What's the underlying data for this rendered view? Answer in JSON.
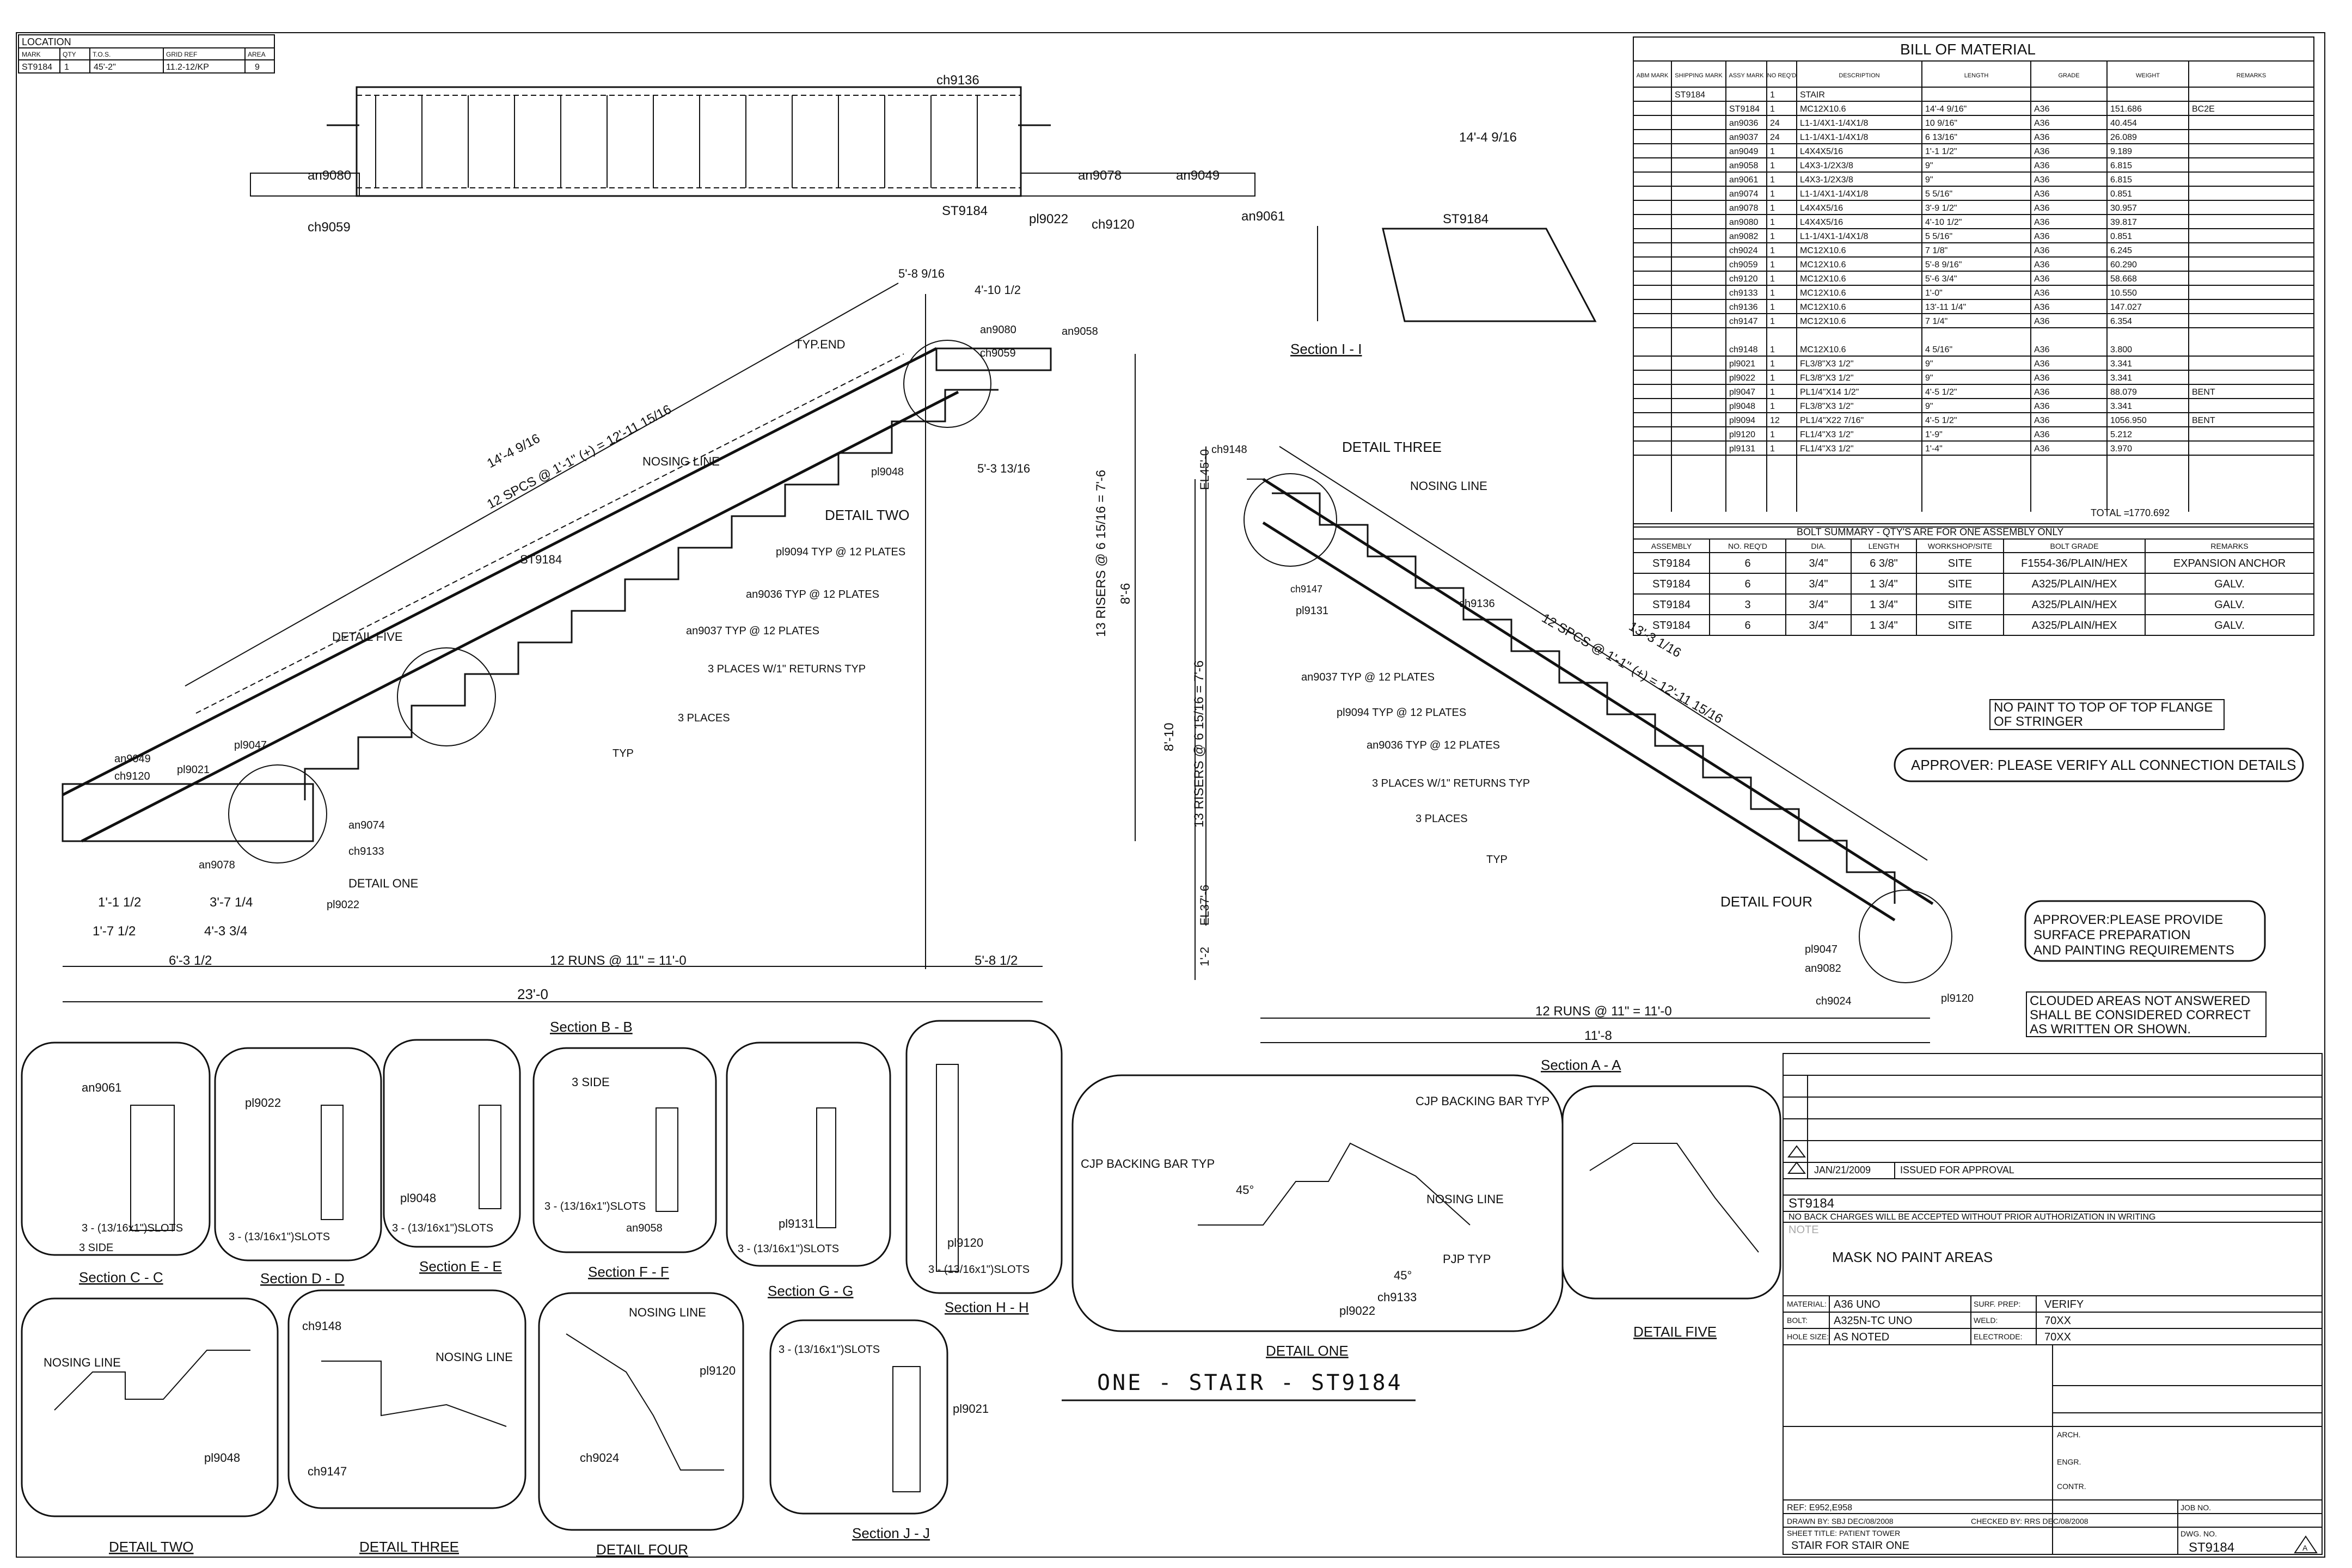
{
  "location_table": {
    "title": "LOCATION",
    "headers": [
      "MARK",
      "QTY",
      "T.O.S.",
      "GRID REF",
      "AREA"
    ],
    "row": [
      "ST9184",
      "1",
      "45'-2\"",
      "11.2-12/KP",
      "9"
    ]
  },
  "bom": {
    "title": "BILL OF MATERIAL",
    "headers": [
      "ABM MARK",
      "SHIPPING MARK",
      "ASSY MARK",
      "NO REQ'D",
      "DESCRIPTION",
      "LENGTH",
      "GRADE",
      "WEIGHT",
      "REMARKS"
    ],
    "rows": [
      [
        "",
        "ST9184",
        "",
        "1",
        "STAIR",
        "",
        "",
        "",
        ""
      ],
      [
        "",
        "",
        "ST9184",
        "1",
        "MC12X10.6",
        "14'-4 9/16\"",
        "A36",
        "151.686",
        "BC2E"
      ],
      [
        "",
        "",
        "an9036",
        "24",
        "L1-1/4X1-1/4X1/8",
        "10 9/16\"",
        "A36",
        "40.454",
        ""
      ],
      [
        "",
        "",
        "an9037",
        "24",
        "L1-1/4X1-1/4X1/8",
        "6 13/16\"",
        "A36",
        "26.089",
        ""
      ],
      [
        "",
        "",
        "an9049",
        "1",
        "L4X4X5/16",
        "1'-1 1/2\"",
        "A36",
        "9.189",
        ""
      ],
      [
        "",
        "",
        "an9058",
        "1",
        "L4X3-1/2X3/8",
        "9\"",
        "A36",
        "6.815",
        ""
      ],
      [
        "",
        "",
        "an9061",
        "1",
        "L4X3-1/2X3/8",
        "9\"",
        "A36",
        "6.815",
        ""
      ],
      [
        "",
        "",
        "an9074",
        "1",
        "L1-1/4X1-1/4X1/8",
        "5 5/16\"",
        "A36",
        "0.851",
        ""
      ],
      [
        "",
        "",
        "an9078",
        "1",
        "L4X4X5/16",
        "3'-9 1/2\"",
        "A36",
        "30.957",
        ""
      ],
      [
        "",
        "",
        "an9080",
        "1",
        "L4X4X5/16",
        "4'-10 1/2\"",
        "A36",
        "39.817",
        ""
      ],
      [
        "",
        "",
        "an9082",
        "1",
        "L1-1/4X1-1/4X1/8",
        "5 5/16\"",
        "A36",
        "0.851",
        ""
      ],
      [
        "",
        "",
        "ch9024",
        "1",
        "MC12X10.6",
        "7 1/8\"",
        "A36",
        "6.245",
        ""
      ],
      [
        "",
        "",
        "ch9059",
        "1",
        "MC12X10.6",
        "5'-8 9/16\"",
        "A36",
        "60.290",
        ""
      ],
      [
        "",
        "",
        "ch9120",
        "1",
        "MC12X10.6",
        "5'-6 3/4\"",
        "A36",
        "58.668",
        ""
      ],
      [
        "",
        "",
        "ch9133",
        "1",
        "MC12X10.6",
        "1'-0\"",
        "A36",
        "10.550",
        ""
      ],
      [
        "",
        "",
        "ch9136",
        "1",
        "MC12X10.6",
        "13'-11 1/4\"",
        "A36",
        "147.027",
        ""
      ],
      [
        "",
        "",
        "ch9147",
        "1",
        "MC12X10.6",
        "7 1/4\"",
        "A36",
        "6.354",
        ""
      ],
      [
        "",
        "",
        "ch9148",
        "1",
        "MC12X10.6",
        "4 5/16\"",
        "A36",
        "3.800",
        ""
      ],
      [
        "",
        "",
        "pl9021",
        "1",
        "FL3/8\"X3 1/2\"",
        "9\"",
        "A36",
        "3.341",
        ""
      ],
      [
        "",
        "",
        "pl9022",
        "1",
        "FL3/8\"X3 1/2\"",
        "9\"",
        "A36",
        "3.341",
        ""
      ],
      [
        "",
        "",
        "pl9047",
        "1",
        "PL1/4\"X14 1/2\"",
        "4'-5 1/2\"",
        "A36",
        "88.079",
        "BENT"
      ],
      [
        "",
        "",
        "pl9048",
        "1",
        "FL3/8\"X3 1/2\"",
        "9\"",
        "A36",
        "3.341",
        ""
      ],
      [
        "",
        "",
        "pl9094",
        "12",
        "PL1/4\"X22 7/16\"",
        "4'-5 1/2\"",
        "A36",
        "1056.950",
        "BENT"
      ],
      [
        "",
        "",
        "pl9120",
        "1",
        "FL1/4\"X3 1/2\"",
        "1'-9\"",
        "A36",
        "5.212",
        ""
      ],
      [
        "",
        "",
        "pl9131",
        "1",
        "FL1/4\"X3 1/2\"",
        "1'-4\"",
        "A36",
        "3.970",
        ""
      ]
    ],
    "total_label": "TOTAL =",
    "total_value": "1770.692"
  },
  "bolt_summary": {
    "title": "BOLT SUMMARY - QTY'S ARE FOR ONE ASSEMBLY ONLY",
    "headers": [
      "ASSEMBLY",
      "NO. REQ'D",
      "DIA.",
      "LENGTH",
      "WORKSHOP/SITE",
      "BOLT GRADE",
      "REMARKS"
    ],
    "rows": [
      [
        "ST9184",
        "6",
        "3/4\"",
        "6 3/8\"",
        "SITE",
        "F1554-36/PLAIN/HEX",
        "EXPANSION ANCHOR"
      ],
      [
        "ST9184",
        "6",
        "3/4\"",
        "1 3/4\"",
        "SITE",
        "A325/PLAIN/HEX",
        "GALV."
      ],
      [
        "ST9184",
        "3",
        "3/4\"",
        "1 3/4\"",
        "SITE",
        "A325/PLAIN/HEX",
        "GALV."
      ],
      [
        "ST9184",
        "6",
        "3/4\"",
        "1 3/4\"",
        "SITE",
        "A325/PLAIN/HEX",
        "GALV."
      ]
    ]
  },
  "notes": {
    "no_paint": "NO PAINT TO TOP OF TOP FLANGE OF STRINGER",
    "approver_conn": "APPROVER: PLEASE VERIFY ALL CONNECTION DETAILS",
    "approver_paint": "APPROVER:PLEASE PROVIDE SURFACE PREPARATION AND PAINTING REQUIREMENTS",
    "clouded": "CLOUDED AREAS NOT ANSWERED SHALL BE CONSIDERED CORRECT AS WRITTEN OR SHOWN."
  },
  "main_title": "ONE  -  STAIR  -  ST9184",
  "section_labels": {
    "bb": "Section B - B",
    "aa": "Section A - A",
    "ii": "Section I - I",
    "cc": "Section C - C",
    "dd": "Section D - D",
    "ee": "Section E - E",
    "ff": "Section F - F",
    "gg": "Section G - G",
    "hh": "Section H - H",
    "jj": "Section J - J",
    "d1": "DETAIL ONE",
    "d2": "DETAIL TWO",
    "d3": "DETAIL THREE",
    "d4": "DETAIL FOUR",
    "d5": "DETAIL FIVE"
  },
  "title_block": {
    "rev_date": "JAN/21/2009",
    "rev_desc": "ISSUED FOR APPROVAL",
    "mark": "ST9184",
    "backcharge": "NO BACK CHARGES WILL BE ACCEPTED WITHOUT PRIOR AUTHORIZATION IN WRITING",
    "note_label": "NOTE",
    "mask": "MASK NO PAINT AREAS",
    "material_label": "MATERIAL:",
    "material": "A36 UNO",
    "surf_label": "SURF. PREP:",
    "surf": "VERIFY",
    "bolt_label": "BOLT:",
    "bolt": "A325N-TC UNO",
    "weld_label": "WELD:",
    "weld": "70XX",
    "hole_label": "HOLE SIZE:",
    "hole": "AS NOTED",
    "electrode_label": "ELECTRODE:",
    "electrode": "70XX",
    "arch": "ARCH.",
    "engr": "ENGR.",
    "contr": "CONTR.",
    "ref": "REF: E952,E958",
    "drawn": "DRAWN BY:   SBJ   DEC/08/2008",
    "checked": "CHECKED BY:   RRS   DEC/08/2008",
    "sheet_title_label": "SHEET TITLE: PATIENT TOWER",
    "sheet_title": "STAIR FOR STAIR ONE",
    "job_label": "JOB NO.",
    "dwg_label": "DWG. NO.",
    "dwg": "ST9184",
    "rev": "A"
  },
  "dims": {
    "overall": "23'-0",
    "runs_left": "12 RUNS @ 11\" = 11'-0",
    "runs_right": "12 RUNS @ 11\" = 11'-0",
    "left_a": "6'-3 1/2",
    "right_a": "5'-8 1/2",
    "risers_left": "13 RISERS @ 6 15/16 = 7'-6",
    "risers_right": "13 RISERS @ 6 15/16 = 7'-6",
    "h_left": "8'-6",
    "h_right": "8'-10",
    "spcs_left": "12 SPCS @ 1'-1\" (+) = 12'-11 15/16",
    "spcs_right": "12 SPCS @ 1'-1\" (+) = 12'-11 15/16",
    "len_left": "14'-4 9/16",
    "len_right": "13'-3 1/16",
    "ii_len": "14'-4 9/16",
    "right_w": "11'-8",
    "el_top": "EL45'-0",
    "el_bot": "EL37'-6",
    "d_1_2": "1'-2",
    "d_5_8": "5'-8 9/16",
    "d_4_10": "4'-10 1/2",
    "d_5_3": "5'-3 13/16",
    "d_1_7": "1'-7 1/2",
    "d_4_3": "4'-3 3/4",
    "d_1_1": "1'-1 1/2",
    "d_3_7": "3'-7 1/4"
  },
  "labels": {
    "st": "ST9184",
    "ch9136": "ch9136",
    "an9080": "an9080",
    "an9078": "an9078",
    "an9049": "an9049",
    "an9061": "an9061",
    "ch9059": "ch9059",
    "pl9022": "pl9022",
    "ch9120": "ch9120",
    "an9058": "an9058",
    "typend": "TYP.END",
    "nosing": "NOSING LINE",
    "detail_two": "DETAIL TWO",
    "detail_three": "DETAIL THREE",
    "detail_four": "DETAIL FOUR",
    "detail_five": "DETAIL FIVE",
    "detail_one": "DETAIL ONE",
    "pl9094": "pl9094 TYP @ 12 PLATES",
    "an9036": "an9036 TYP @ 12 PLATES",
    "an9037": "an9037 TYP @ 12 PLATES",
    "places1": "3 PLACES W/1\" RETURNS TYP",
    "places2": "3 PLACES",
    "typ": "TYP",
    "pl9047": "pl9047",
    "pl9021": "pl9021",
    "an9074": "an9074",
    "ch9133": "ch9133",
    "an9078b": "an9078",
    "pl9048": "pl9048",
    "ch9148": "ch9148",
    "ch9147": "ch9147",
    "pl9131": "pl9131",
    "an9082": "an9082",
    "ch9024": "ch9024",
    "pl9120": "pl9120",
    "cjp": "CJP BACKING BAR TYP",
    "pjp": "PJP TYP",
    "slots": "3 - (13/16x1\")SLOTS",
    "side3": "3 SIDE",
    "d45": "45°"
  }
}
